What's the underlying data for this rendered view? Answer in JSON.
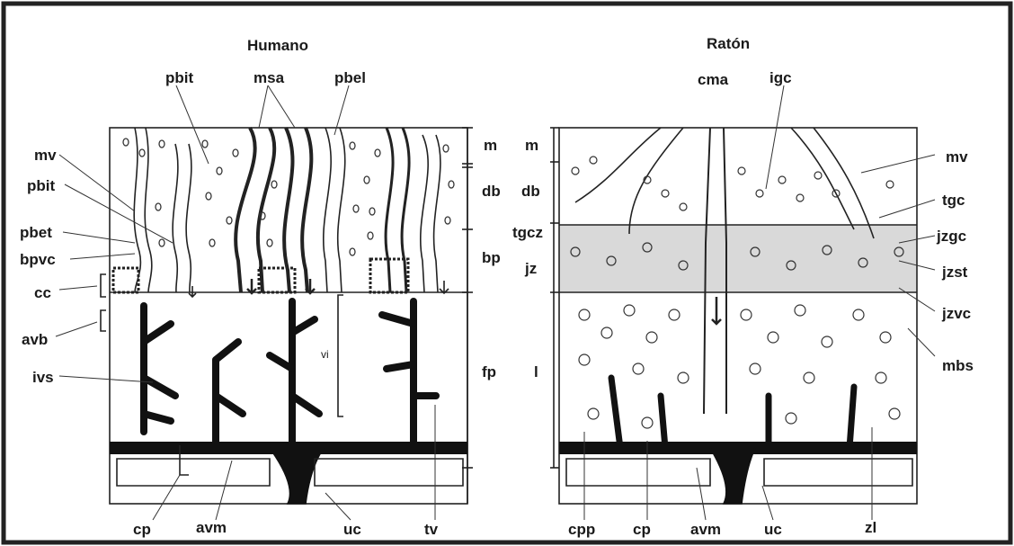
{
  "titles": {
    "human": "Humano",
    "mouse": "Ratón"
  },
  "human": {
    "top": {
      "pbit": "pbit",
      "msa": "msa",
      "pbel": "pbel"
    },
    "left": {
      "mv": "mv",
      "pbit": "pbit",
      "pbet": "pbet",
      "bpvc": "bpvc",
      "cc": "cc",
      "avb": "avb",
      "ivs": "ivs"
    },
    "inner": {
      "vi": "vi"
    },
    "right": {
      "m": "m",
      "db": "db",
      "bp": "bp",
      "fp": "fp"
    },
    "bottom": {
      "cp": "cp",
      "avm": "avm",
      "uc": "uc",
      "tv": "tv"
    }
  },
  "mouse": {
    "top": {
      "cma": "cma",
      "igc": "igc"
    },
    "left": {
      "m": "m",
      "db": "db",
      "tgcz": "tgcz",
      "jz": "jz",
      "l": "l"
    },
    "right": {
      "mv": "mv",
      "tgc": "tgc",
      "jzgc": "jzgc",
      "jzst": "jzst",
      "jzvc": "jzvc",
      "mbs": "mbs"
    },
    "bottom": {
      "cpp": "cpp",
      "cp": "cp",
      "avm": "avm",
      "uc": "uc",
      "zl": "zl"
    }
  }
}
